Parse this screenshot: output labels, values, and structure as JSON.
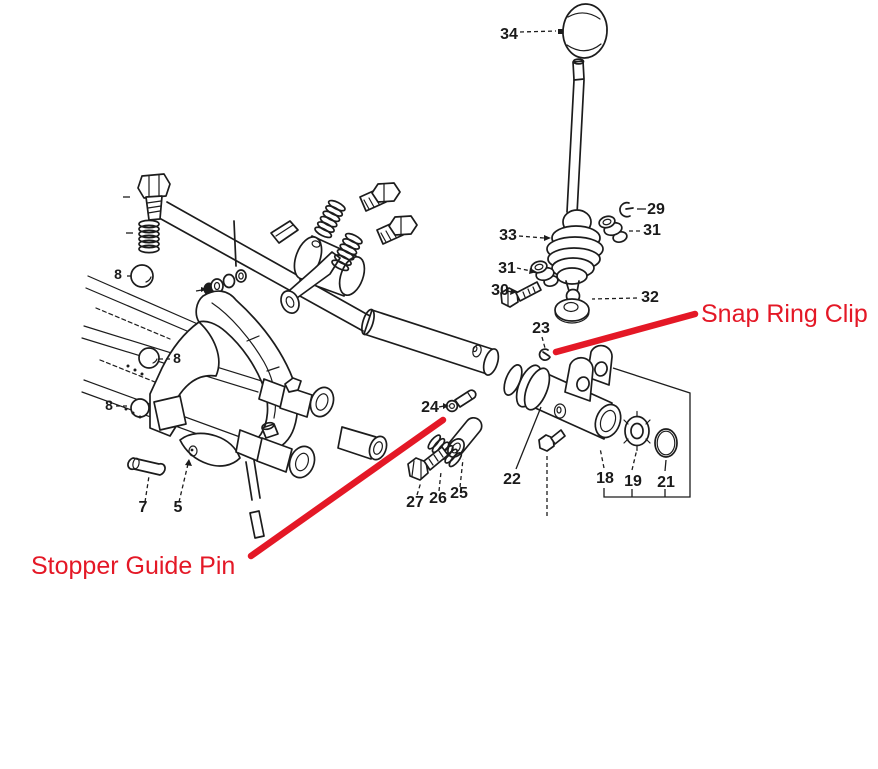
{
  "annotations": [
    {
      "id": "snap-ring-clip",
      "text": "Snap Ring Clip",
      "color": "#e41826"
    },
    {
      "id": "stopper-guide-pin",
      "text": "Stopper Guide Pin",
      "color": "#e41826"
    }
  ],
  "part_labels": [
    {
      "label": "34"
    },
    {
      "label": "29"
    },
    {
      "label": "33"
    },
    {
      "label": "31"
    },
    {
      "label": "31"
    },
    {
      "label": "30"
    },
    {
      "label": "32"
    },
    {
      "label": "8"
    },
    {
      "label": "8"
    },
    {
      "label": "8"
    },
    {
      "label": "23"
    },
    {
      "label": "24"
    },
    {
      "label": "22"
    },
    {
      "label": "27"
    },
    {
      "label": "26"
    },
    {
      "label": "25"
    },
    {
      "label": "18"
    },
    {
      "label": "19"
    },
    {
      "label": "21"
    },
    {
      "label": "7"
    },
    {
      "label": "5"
    }
  ],
  "colors": {
    "ink": "#1c1c1c",
    "annotation_red": "#e41826",
    "background": "#ffffff"
  }
}
